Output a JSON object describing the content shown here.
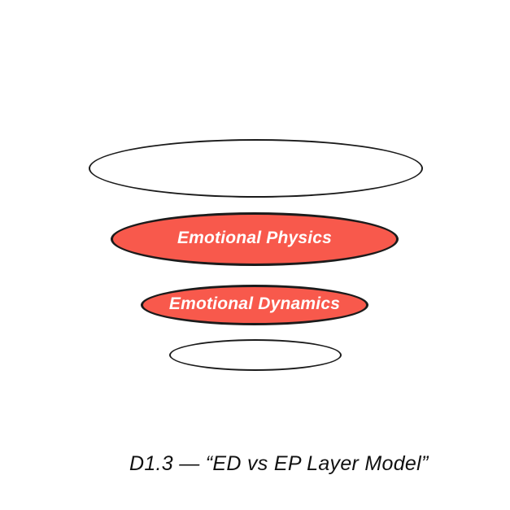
{
  "colors": {
    "background": "#ffffff",
    "accent_red": "#F8594C",
    "stroke": "#1b1b1b",
    "layer_label_text": "#ffffff",
    "caption_text": "#111111"
  },
  "diagram": {
    "type": "layered-ellipse-stack",
    "layers": [
      {
        "id": "outer-layer",
        "label": "",
        "filled": false
      },
      {
        "id": "ep-layer",
        "label": "Emotional Physics",
        "filled": true
      },
      {
        "id": "ed-layer",
        "label": "Emotional Dynamics",
        "filled": true
      },
      {
        "id": "inner-layer",
        "label": "",
        "filled": false
      }
    ],
    "caption": "D1.3 — “ED vs EP Layer Model”"
  }
}
